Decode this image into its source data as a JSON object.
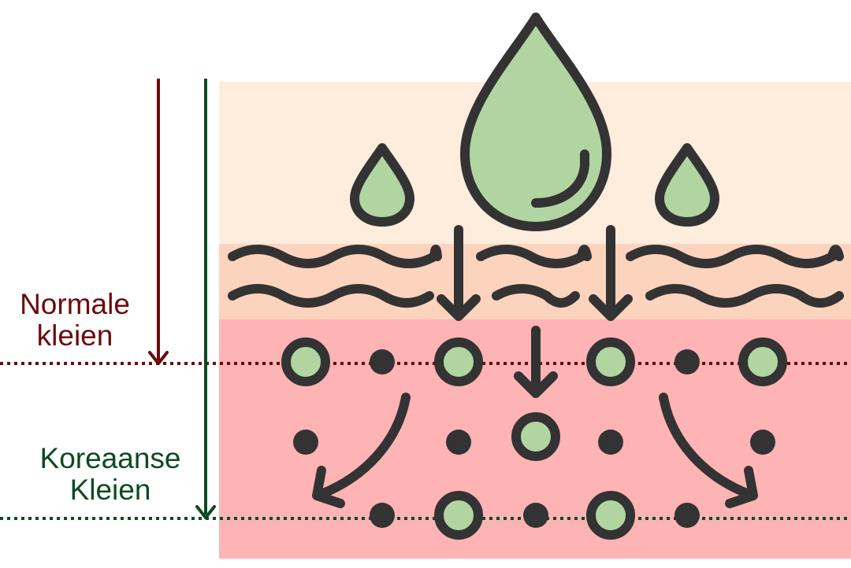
{
  "labels": {
    "normal": {
      "line1": "Normale",
      "line2": "kleien",
      "color": "#6b0a0a"
    },
    "korean": {
      "line1": "Koreaanse",
      "line2": "Kleien",
      "color": "#0c4a22"
    }
  },
  "colors": {
    "top_layer": "#feecdc",
    "middle_layer": "#fcd3bd",
    "deep_layer": "#feb3b4",
    "droplet_fill": "#b1d5a1",
    "outline": "#333333",
    "normal_line": "#6b0a0a",
    "korean_line": "#0c4a22"
  },
  "icons": {
    "large_drop": "water-drop-icon",
    "small_drop": "water-drop-icon",
    "waves": "wave-lines-icon",
    "arrows": "arrow-down-icon",
    "particles": "particle-icon"
  }
}
